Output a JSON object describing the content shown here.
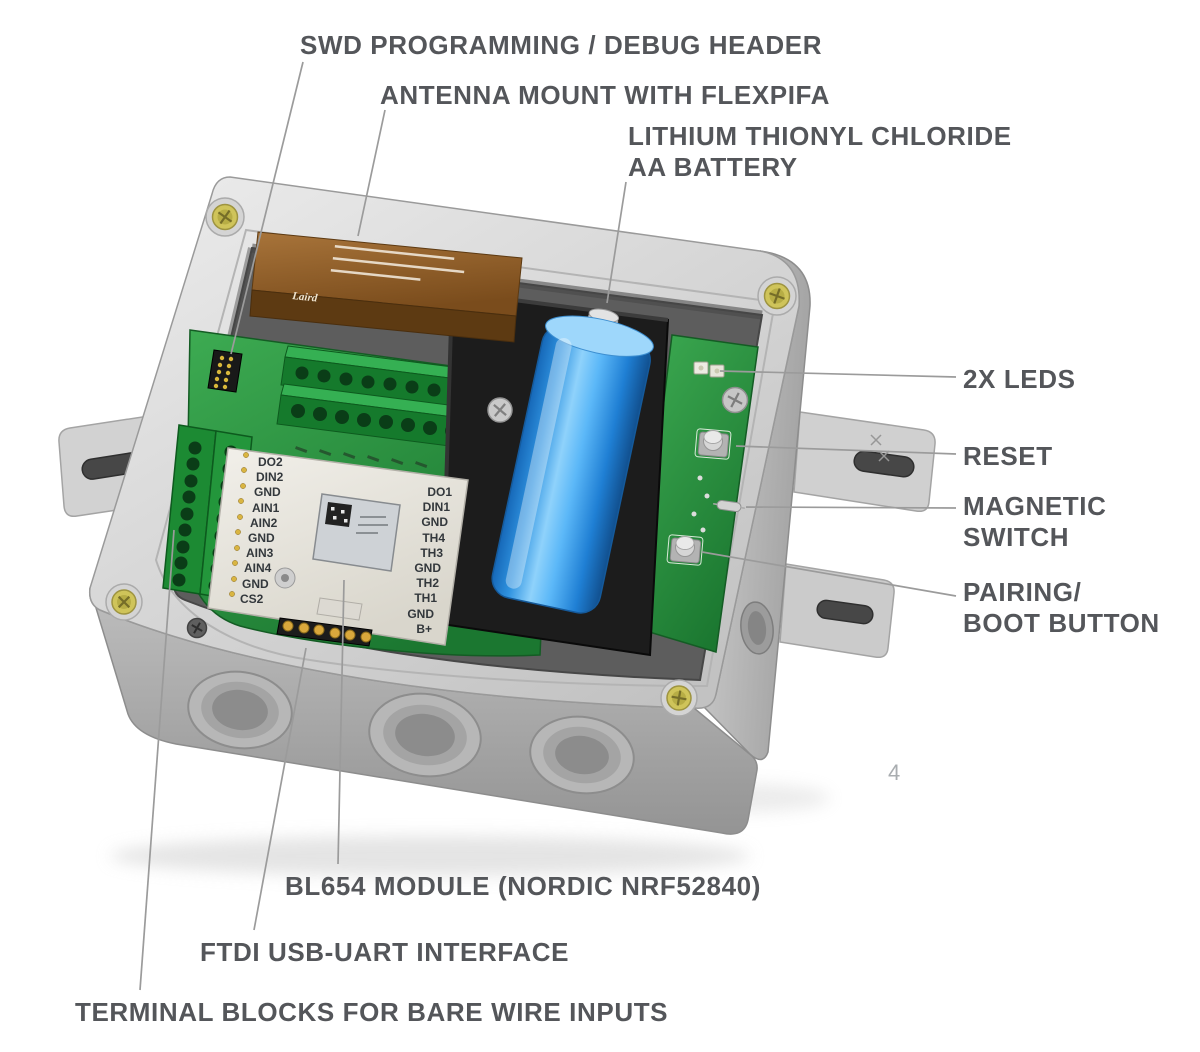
{
  "figure": {
    "page_number": "4"
  },
  "callouts": {
    "swd": "SWD PROGRAMMING / DEBUG HEADER",
    "antenna": "ANTENNA MOUNT WITH FLEXPIFA",
    "battery": [
      "LITHIUM THIONYL CHLORIDE",
      "AA BATTERY"
    ],
    "leds": "2X LEDS",
    "reset": "RESET",
    "magnetic": [
      "MAGNETIC",
      "SWITCH"
    ],
    "pairing": [
      "PAIRING/",
      "BOOT BUTTON"
    ],
    "bl654": "BL654 MODULE (NORDIC NRF52840)",
    "ftdi": "FTDI USB-UART INTERFACE",
    "terminal_blocks": "TERMINAL BLOCKS FOR BARE WIRE INPUTS"
  },
  "board": {
    "left_pin_labels": [
      "DO2",
      "DIN2",
      "GND",
      "AIN1",
      "AIN2",
      "GND",
      "AIN3",
      "AIN4",
      "GND",
      "CS2"
    ],
    "right_pin_labels": [
      "DO1",
      "DIN1",
      "GND",
      "TH4",
      "TH3",
      "GND",
      "TH2",
      "TH1",
      "GND",
      "B+"
    ],
    "antenna_brand": "Laird"
  },
  "colors": {
    "label_text": "#54565A",
    "leader_line": "#9B9B9B",
    "pcb_green": "#2F9E45",
    "battery_blue": "#2E9DF0",
    "antenna_brown": "#8A5A28",
    "enclosure_gray": "#D6D6D6"
  }
}
